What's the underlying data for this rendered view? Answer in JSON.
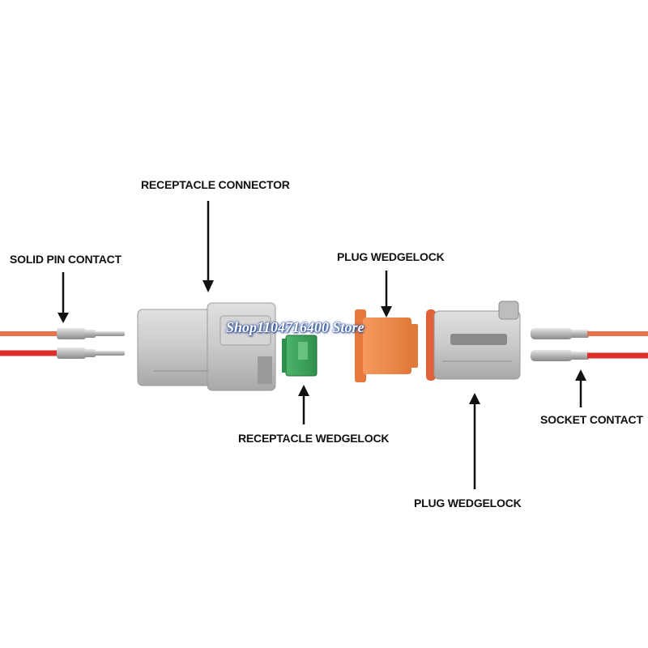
{
  "labels": {
    "receptacle_connector": "RECEPTACLE CONNECTOR",
    "solid_pin_contact": "SOLID PIN CONTACT",
    "plug_wedgelock_top": "PLUG WEDGELOCK",
    "receptacle_wedgelock": "RECEPTACLE WEDGELOCK",
    "socket_contact": "SOCKET CONTACT",
    "plug_wedgelock_bottom": "PLUG WEDGELOCK"
  },
  "watermark": "Shop1104716400 Store",
  "colors": {
    "wire_orange": "#e8734a",
    "wire_red": "#dd2e2e",
    "housing_gray": "#c9c9c9",
    "receptacle_wedgelock": "#3aa35a",
    "plug_wedgelock": "#f08a4a",
    "seal_orange": "#e2603a",
    "metal": "#c0c0c0",
    "arrow": "#111111"
  }
}
